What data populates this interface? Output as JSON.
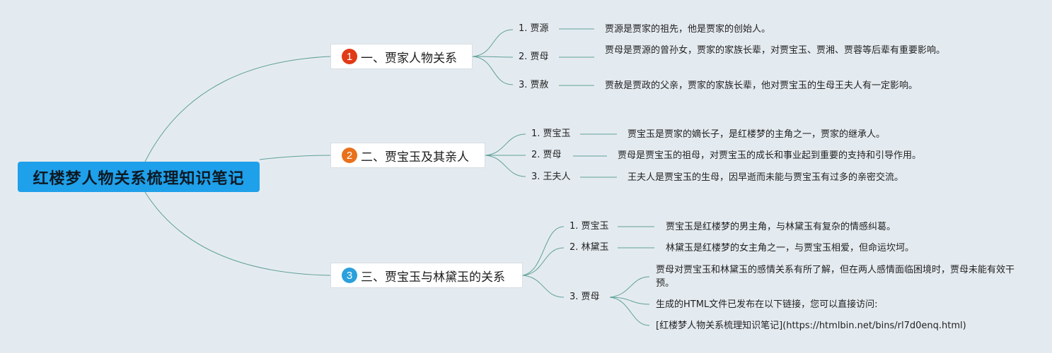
{
  "root": {
    "label": "红楼梦人物关系梳理知识笔记"
  },
  "colors": {
    "root": "#1fa0ea",
    "badge1": "#e03a17",
    "badge2": "#e8711b",
    "badge3": "#2ba0dc",
    "link": "#5fa098"
  },
  "sections": [
    {
      "badge": "1",
      "title": "一、贾家人物关系",
      "items": [
        {
          "name": "1. 贾源",
          "desc": "贾源是贾家的祖先，他是贾家的创始人。"
        },
        {
          "name": "2. 贾母",
          "desc": "贾母是贾源的曾孙女，贾家的家族长辈，对贾宝玉、贾湘、贾蓉等后辈有重要影响。"
        },
        {
          "name": "3. 贾赦",
          "desc": "贾赦是贾政的父亲，贾家的家族长辈，他对贾宝玉的生母王夫人有一定影响。"
        }
      ]
    },
    {
      "badge": "2",
      "title": "二、贾宝玉及其亲人",
      "items": [
        {
          "name": "1. 贾宝玉",
          "desc": "贾宝玉是贾家的嫡长子，是红楼梦的主角之一，贾家的继承人。"
        },
        {
          "name": "2. 贾母",
          "desc": "贾母是贾宝玉的祖母，对贾宝玉的成长和事业起到重要的支持和引导作用。"
        },
        {
          "name": "3. 王夫人",
          "desc": "王夫人是贾宝玉的生母，因早逝而未能与贾宝玉有过多的亲密交流。"
        }
      ]
    },
    {
      "badge": "3",
      "title": "三、贾宝玉与林黛玉的关系",
      "items": [
        {
          "name": "1. 贾宝玉",
          "desc": "贾宝玉是红楼梦的男主角，与林黛玉有复杂的情感纠葛。"
        },
        {
          "name": "2. 林黛玉",
          "desc": "林黛玉是红楼梦的女主角之一，与贾宝玉相爱，但命运坎坷。"
        },
        {
          "name": "3. 贾母",
          "descs": [
            "贾母对贾宝玉和林黛玉的感情关系有所了解，但在两人感情面临困境时，贾母未能有效干预。",
            "生成的HTML文件已发布在以下链接，您可以直接访问:",
            "[红楼梦人物关系梳理知识笔记](https://htmlbin.net/bins/rl7d0enq.html)"
          ]
        }
      ]
    }
  ]
}
